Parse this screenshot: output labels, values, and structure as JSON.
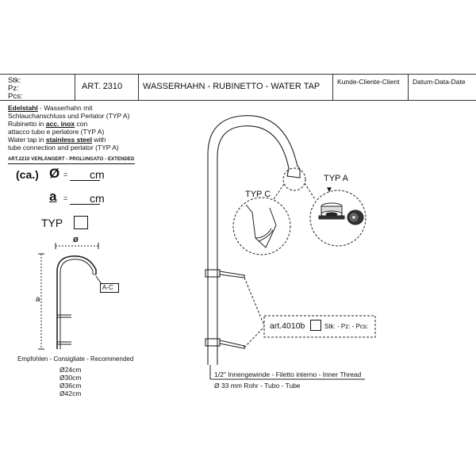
{
  "header": {
    "stk_label": "Stk:",
    "pz_label": "Pz:",
    "pcs_label": "Pcs:",
    "article": "ART. 2310",
    "title": "WASSERHAHN - RUBINETTO - WATER TAP",
    "customer": "Kunde-Cliente-Client",
    "date": "Datum-Data-Date"
  },
  "description": {
    "de_bold": "Edelstahl",
    "de_line1_rest": " - Wasserhahn mit",
    "de_line2": "Schlauchanschluss und Perlator (TYP A)",
    "it_line1_pre": "Rubinetto in ",
    "it_bold": "acc. inox",
    "it_line1_post": " con",
    "it_line2": "attacco tubo e perlatore (TYP A)",
    "en_line1_pre": "Water tap in ",
    "en_bold": "stainless steel",
    "en_line1_post": " with",
    "en_line2": "tube connection and perlator (TYP A)",
    "extended": "ART.2210  VERLÄNGERT - PROLUNGATO - EXTENDED"
  },
  "form": {
    "ca_label": "(ca.)",
    "diameter_symbol": "Ø",
    "equals": "=",
    "unit_cm": "cm",
    "a_label": "a",
    "typ_label": "TYP"
  },
  "small_drawing": {
    "diameter_label": "ø",
    "height_label": "a",
    "ac_label": "A-C"
  },
  "recommended": {
    "title": "Empfohlen - Consigliate - Recommended",
    "sizes": [
      "Ø24cm",
      "Ø30cm",
      "Ø36cm",
      "Ø42cm"
    ]
  },
  "main_drawing": {
    "typ_c": "TYP  C",
    "typ_a": "TYP  A",
    "art_label": "art.4010b",
    "stk_pz_pcs": "Stk: - Pz: - Pcs:",
    "thread_note": "1/2\" Innengewinde - Filetto interno - Inner Thread",
    "tube_note": "Ø 33 mm  Rohr - Tubo - Tube"
  }
}
